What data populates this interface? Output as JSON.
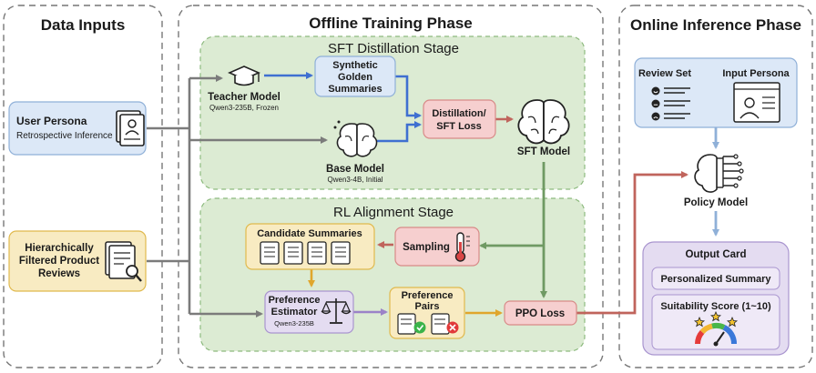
{
  "panels": {
    "data_inputs": "Data Inputs",
    "offline": "Offline Training Phase",
    "online": "Online Inference Phase"
  },
  "stages": {
    "sft": "SFT Distillation Stage",
    "rl": "RL Alignment Stage"
  },
  "inputs": {
    "persona_title": "User Persona",
    "persona_sub": "Retrospective Inference",
    "reviews_line1": "Hierarchically",
    "reviews_line2": "Filtered Product",
    "reviews_line3": "Reviews"
  },
  "sft": {
    "teacher_title": "Teacher Model",
    "teacher_sub": "Qwen3-235B, Frozen",
    "synthetic_line1": "Synthetic",
    "synthetic_line2": "Golden",
    "synthetic_line3": "Summaries",
    "loss_line1": "Distillation/",
    "loss_line2": "SFT Loss",
    "base_title": "Base Model",
    "base_sub": "Qwen3-4B, Initial",
    "sft_model": "SFT Model"
  },
  "rl": {
    "candidates": "Candidate Summaries",
    "sampling": "Sampling",
    "estimator_line1": "Preference",
    "estimator_line2": "Estimator",
    "estimator_sub": "Qwen3-235B",
    "pairs_line1": "Preference",
    "pairs_line2": "Pairs",
    "ppo": "PPO Loss"
  },
  "online": {
    "review_set": "Review Set",
    "input_persona": "Input Persona",
    "policy_model": "Policy Model",
    "output_card": "Output Card",
    "personalized_summary": "Personalized Summary",
    "suitability": "Suitability Score (1~10)"
  },
  "colors": {
    "gray_arrow": "#7b7b7b",
    "blue_arrow": "#3f6fd1",
    "green_arrow": "#6f9a63",
    "red_arrow": "#c0645c",
    "orange_arrow": "#e0a62c",
    "purple_arrow": "#9b82c8",
    "stage_fill": "#dcebd3",
    "blue_box": "#dce8f7",
    "yellow_box": "#f8ebc2",
    "red_box": "#f6cfcf",
    "purple_box": "#e4dcf1"
  }
}
